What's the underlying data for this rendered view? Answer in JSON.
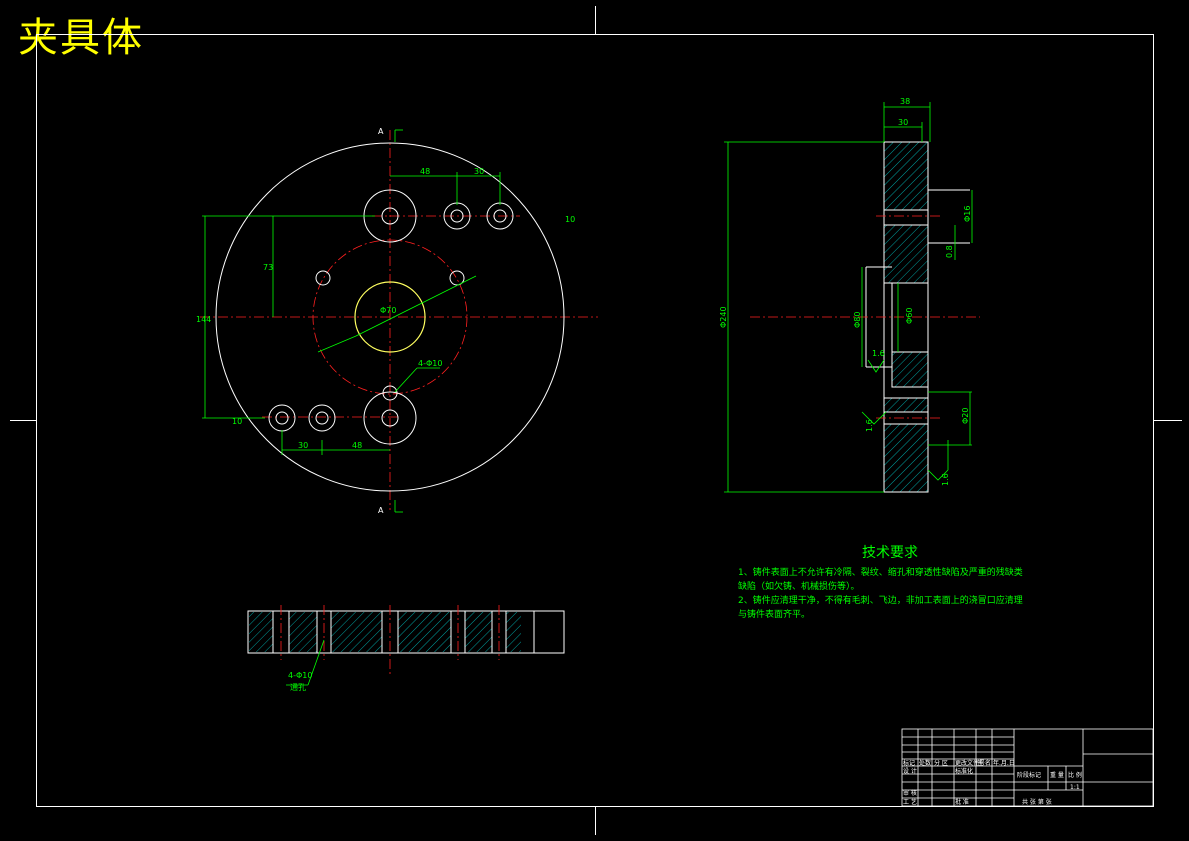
{
  "drawing": {
    "title": "夹具体"
  },
  "tech_requirements": {
    "heading": "技术要求",
    "line1": "1、铸件表面上不允许有冷隔、裂纹、缩孔和穿透性缺陷及严重的残缺类",
    "line2": "缺陷（如欠铸、机械损伤等）。",
    "line3": "2、铸件应清理干净，不得有毛刺、飞边，非加工表面上的浇冒口应清理",
    "line4": "与铸件表面齐平。"
  },
  "front_view": {
    "section_label_top": "A",
    "section_label_bottom": "A",
    "dims": {
      "d48_top": "48",
      "d30_top": "30",
      "d30_bottom": "30",
      "d48_bottom": "48",
      "d73": "73",
      "d144": "144",
      "d10": "10",
      "dia_center": "Φ70",
      "holes_4": "4-Φ10"
    }
  },
  "side_view": {
    "dims": {
      "d38": "38",
      "d30": "30",
      "dia_large": "Φ240",
      "dia_mid": "Φ80",
      "dia_bore": "Φ60",
      "d16": "Φ16",
      "d20": "Φ20",
      "r_a": "1.6",
      "r_b": "1.6",
      "r_c": "1.6",
      "r_d": "0.8"
    }
  },
  "section_view": {
    "note_line1": "4-Φ10",
    "note_line2": "通孔"
  },
  "title_block": {
    "c1": "标记",
    "c2": "处数",
    "c3": "分 区",
    "c4": "更改文件号",
    "c5": "签 名",
    "c6": "年.月.日",
    "r2a": "设 计",
    "r2b": "标准化",
    "r2c": "阶段标记",
    "r2d": "重 量",
    "r2e": "比 例",
    "r3a": "审 核",
    "r4a": "工 艺",
    "r4b": "批 准",
    "scale": "1:1",
    "r4c": "共   张   第   张"
  }
}
